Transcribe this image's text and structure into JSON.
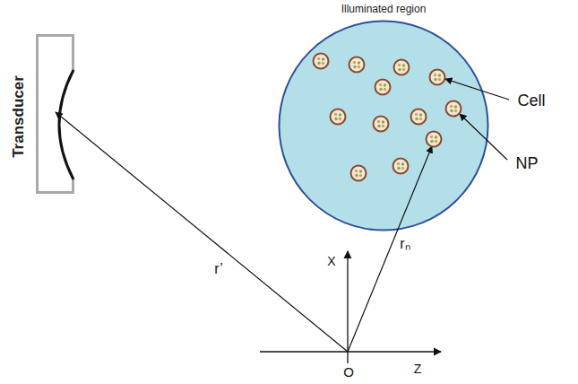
{
  "diagram": {
    "nodes": [
      {
        "text": [
          "Transducer"
        ]
      },
      {
        "text": [
          "Illuminated region"
        ]
      }
    ],
    "labels": [
      "Cell",
      "NP",
      "X",
      "Z",
      "O",
      "r’",
      "rₙ"
    ]
  }
}
